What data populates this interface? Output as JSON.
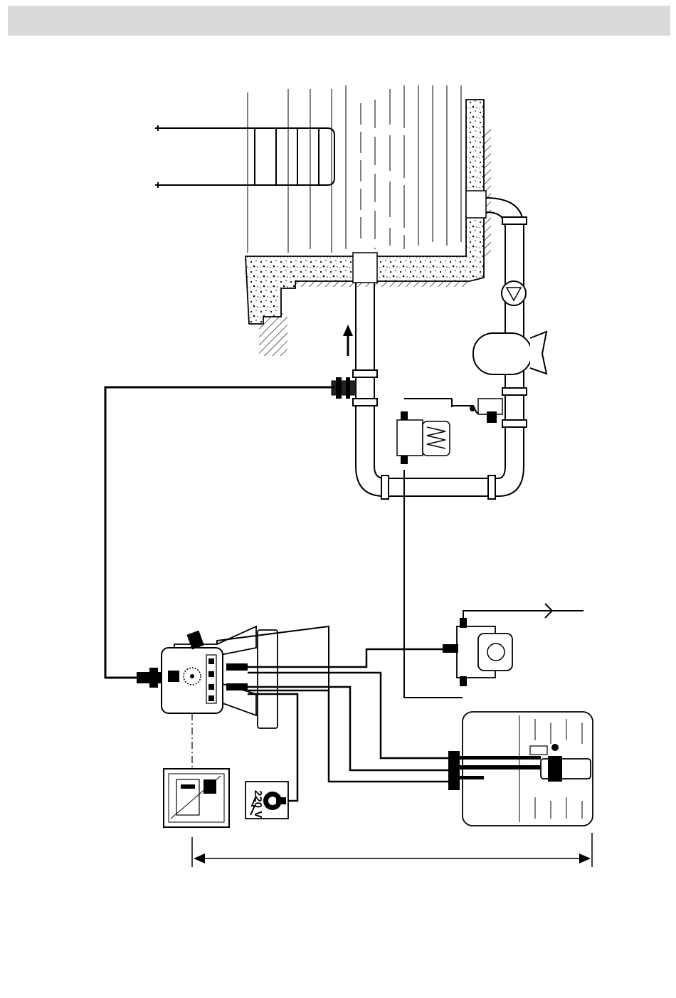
{
  "header": {
    "band_color": "#d9d9d9"
  },
  "diagram": {
    "voltage_label": "220 V",
    "line_color": "#000000",
    "background": "#ffffff",
    "icons": [
      "swimming-pool",
      "pool-ladder",
      "circulation-pump",
      "filter-tank",
      "flow-arrow",
      "injection-valve",
      "dosing-pump",
      "control-unit",
      "electrode-holder",
      "chemical-container",
      "remote-panel",
      "power-socket",
      "dimension-arrow",
      "drain-outlet"
    ]
  }
}
